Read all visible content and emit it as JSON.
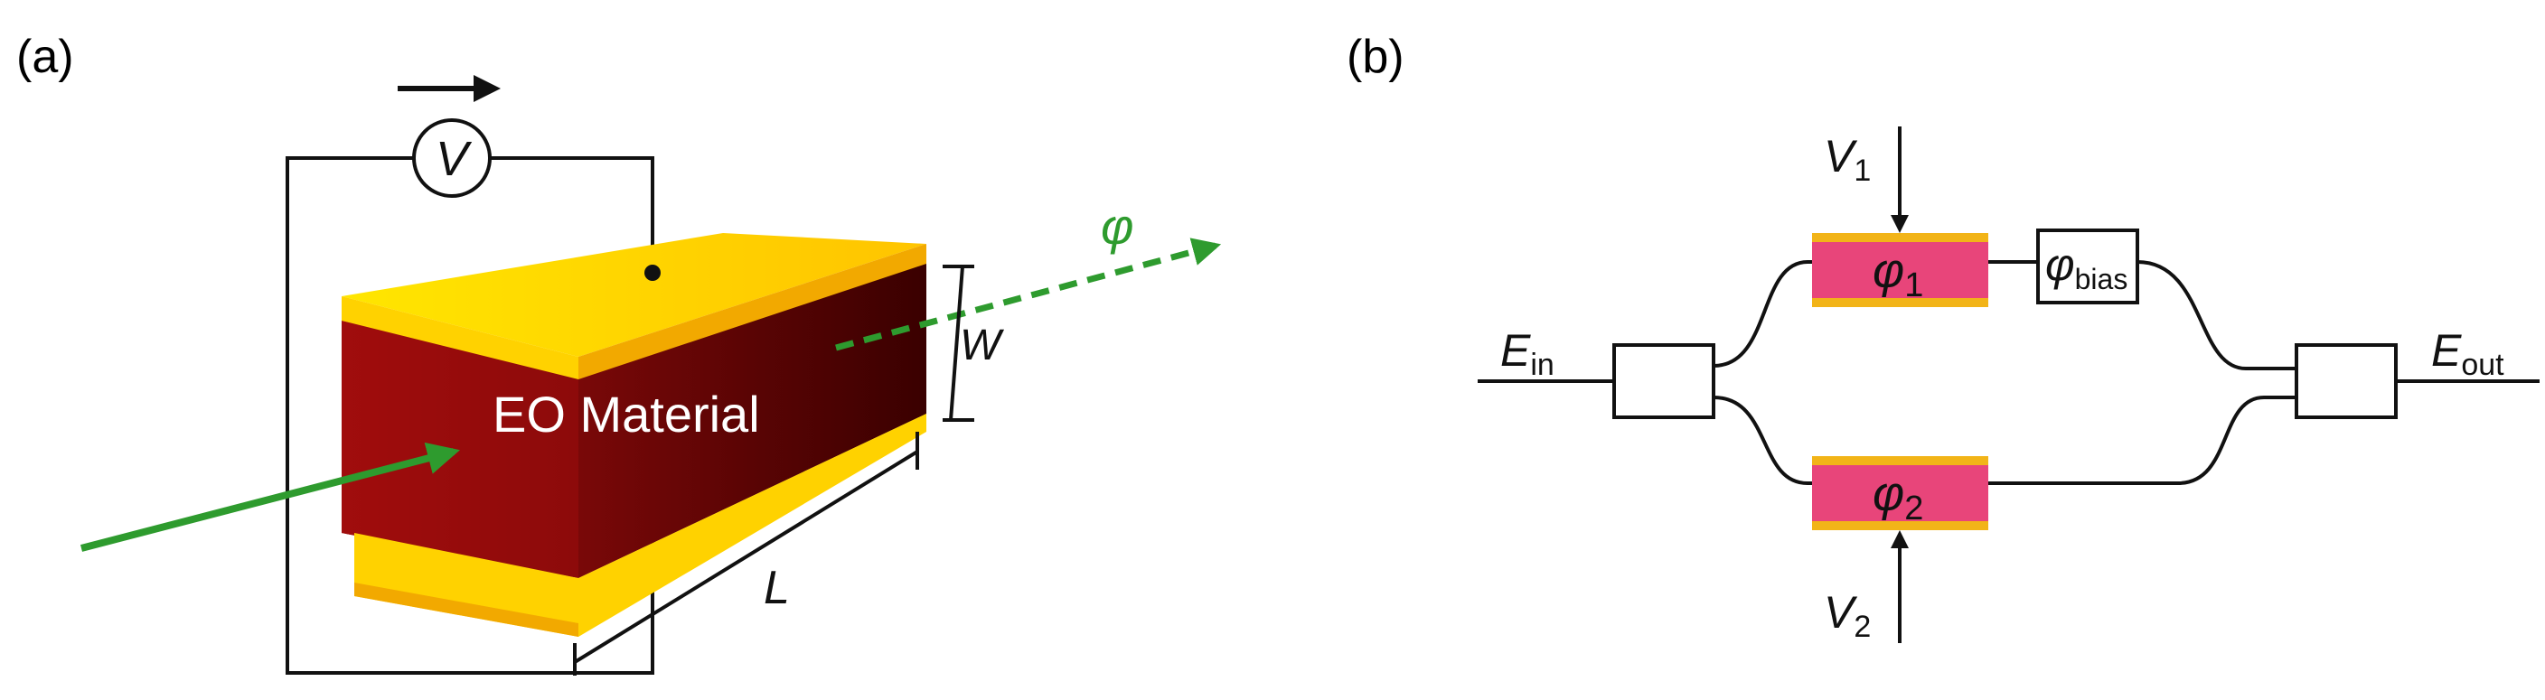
{
  "panel_a": {
    "label": "(a)",
    "voltmeter_symbol": "V",
    "material_label": "EO Material",
    "phase_symbol": "φ",
    "width_symbol": "W",
    "length_symbol": "L",
    "colors": {
      "top_electrode": "#FFD800",
      "electrode_edge": "#F2A900",
      "material_front": "#8B0A0A",
      "material_dark": "#3A0000",
      "beam": "#2E9B2E",
      "wire": "#111111"
    }
  },
  "panel_b": {
    "label": "(b)",
    "input_field": {
      "base": "E",
      "sub": "in"
    },
    "output_field": {
      "base": "E",
      "sub": "out"
    },
    "voltage_1": {
      "base": "V",
      "sub": "1"
    },
    "voltage_2": {
      "base": "V",
      "sub": "2"
    },
    "phase_1": {
      "base": "φ",
      "sub": "1"
    },
    "phase_2": {
      "base": "φ",
      "sub": "2"
    },
    "bias_phase": {
      "base": "φ",
      "sub": "bias"
    },
    "colors": {
      "modulator": "#E8457A",
      "electrode": "#F2B418",
      "line": "#111111"
    }
  }
}
